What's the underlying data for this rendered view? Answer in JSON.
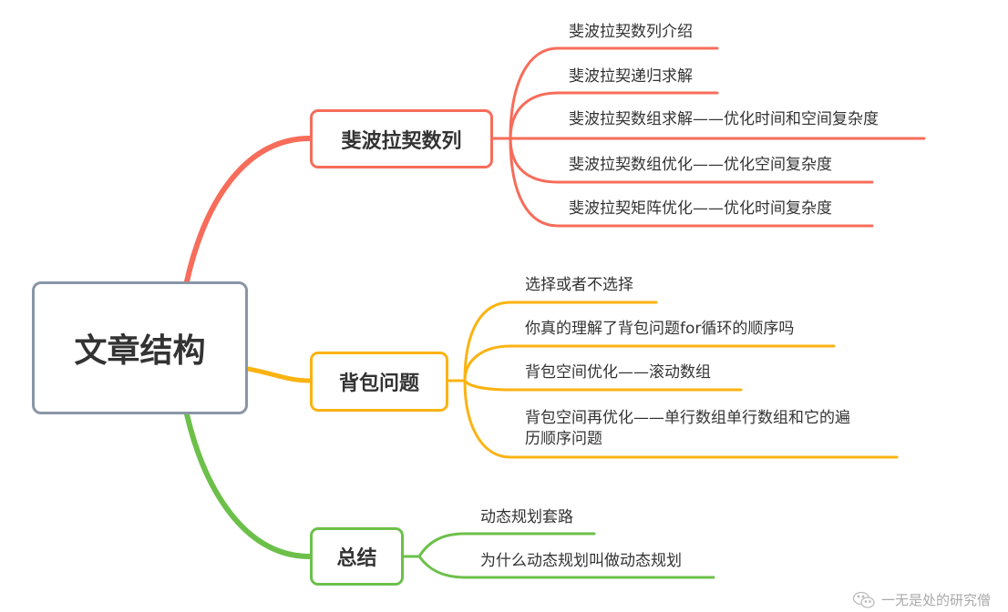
{
  "root": {
    "label": "文章结构"
  },
  "branches": [
    {
      "label": "斐波拉契数列",
      "color": "#f76c5a",
      "children": [
        "斐波拉契数列介绍",
        "斐波拉契递归求解",
        "斐波拉契数组求解——优化时间和空间复杂度",
        "斐波拉契数组优化——优化空间复杂度",
        "斐波拉契矩阵优化——优化时间复杂度"
      ]
    },
    {
      "label": "背包问题",
      "color": "#fbb312",
      "children": [
        "选择或者不选择",
        "你真的理解了背包问题for循环的顺序吗",
        "背包空间优化——滚动数组",
        "背包空间再优化——单行数组单行数组和它的遍",
        "历顺序问题"
      ]
    },
    {
      "label": "总结",
      "color": "#6cc04a",
      "children": [
        "动态规划套路",
        "为什么动态规划叫做动态规划"
      ]
    }
  ],
  "watermark": "一无是处的研究僧"
}
